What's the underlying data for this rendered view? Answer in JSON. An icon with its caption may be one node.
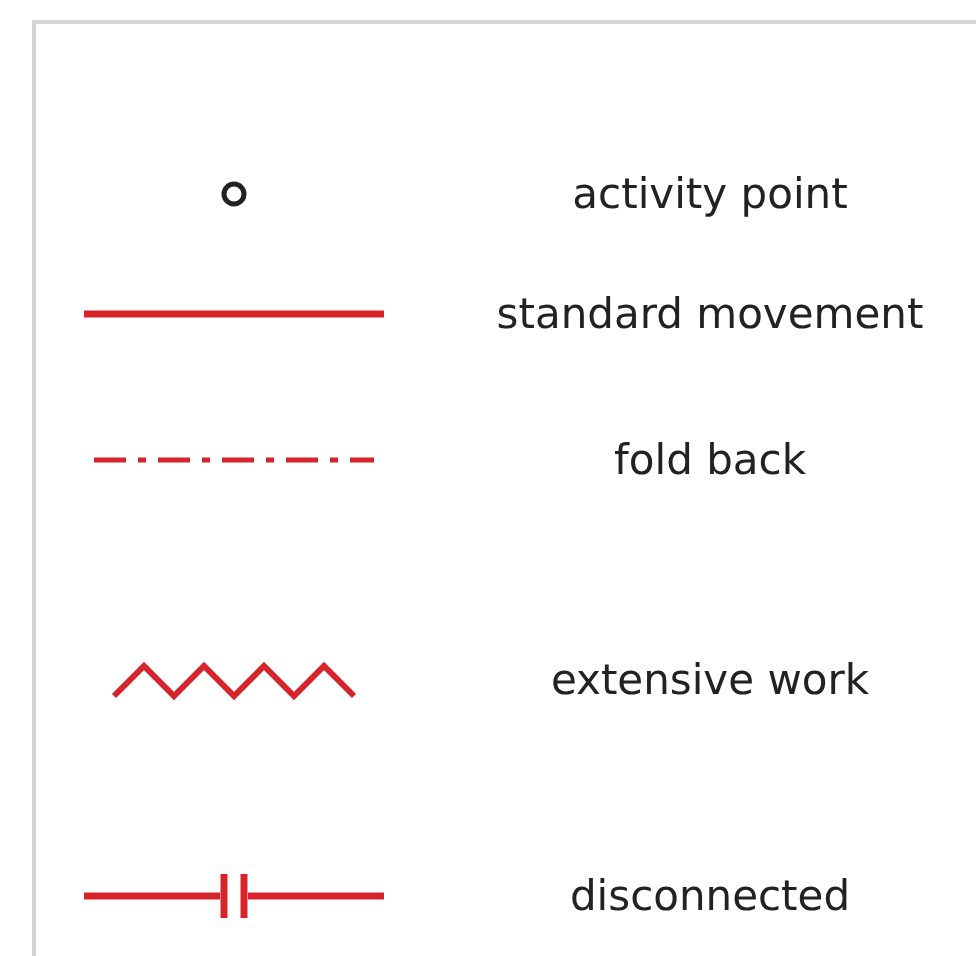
{
  "diagram": {
    "legend": [
      {
        "text": "activity point"
      },
      {
        "text": "standard movement"
      },
      {
        "text": "fold back"
      },
      {
        "text": "extensive work"
      },
      {
        "text": "disconnected"
      }
    ]
  }
}
